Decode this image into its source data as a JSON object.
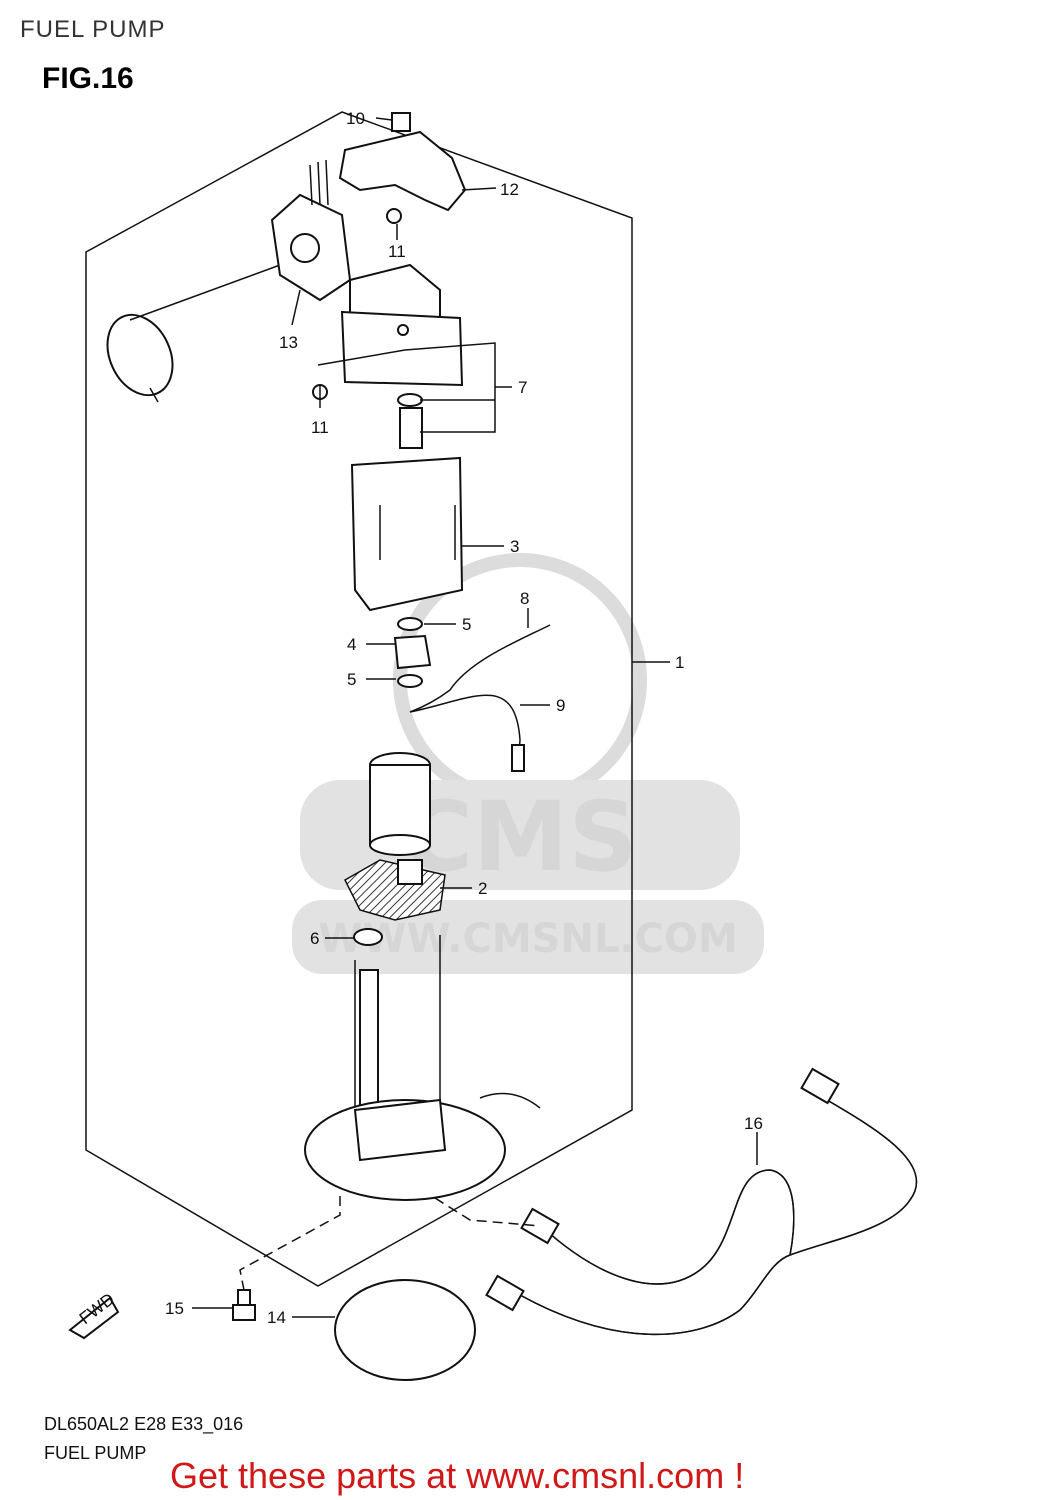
{
  "header": {
    "title": "FUEL PUMP"
  },
  "figure": {
    "label": "FIG.16"
  },
  "callouts": [
    "10",
    "12",
    "11",
    "13",
    "7",
    "11",
    "3",
    "8",
    "5",
    "4",
    "1",
    "5",
    "9",
    "2",
    "6",
    "16",
    "15",
    "14"
  ],
  "watermark": {
    "brand": "CMS",
    "url": "WWW.CMSNL.COM"
  },
  "direction_marker": "FWD",
  "footer": {
    "model_code": "DL650AL2 E28 E33_016",
    "section_name": "FUEL PUMP",
    "promo": "Get these parts at www.cmsnl.com !"
  },
  "colors": {
    "promo": "#d01818",
    "watermark": "#d6d6d6"
  }
}
